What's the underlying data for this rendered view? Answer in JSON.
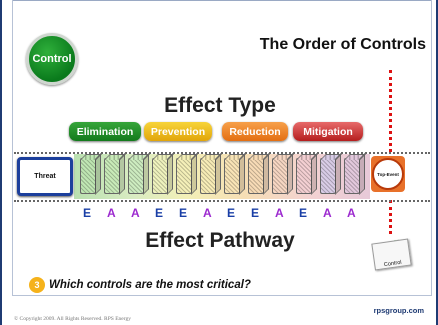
{
  "slide": {
    "title": "The Order of Controls",
    "badge_label": "Control",
    "effect_type": "Effect Type",
    "effect_pathway": "Effect Pathway",
    "pills": {
      "elimination": "Elimination",
      "prevention": "Prevention",
      "reduction": "Reduction",
      "mitigation": "Mitigation"
    },
    "threat_label": "Threat",
    "top_event_label": "Top-Event",
    "control_card_label": "Control",
    "letters": [
      "E",
      "A",
      "A",
      "E",
      "E",
      "A",
      "E",
      "E",
      "A",
      "E",
      "A",
      "A"
    ],
    "question_number": "3",
    "question": "Which controls are the most critical?",
    "footer_url": "rpsgroup.com",
    "copyright": "© Copyright 2009.  All Rights Reserved.  RPS Energy"
  },
  "colors": {
    "frame": "#1f3b73",
    "elimination": "#137a1c",
    "prevention": "#e1a50a",
    "reduction": "#e36e12",
    "mitigation": "#b51e1e",
    "letter_E": "#1a3fa6",
    "letter_A": "#9c2acf",
    "badge_3": "#f5b21b",
    "dotted_line": "#d11111"
  }
}
